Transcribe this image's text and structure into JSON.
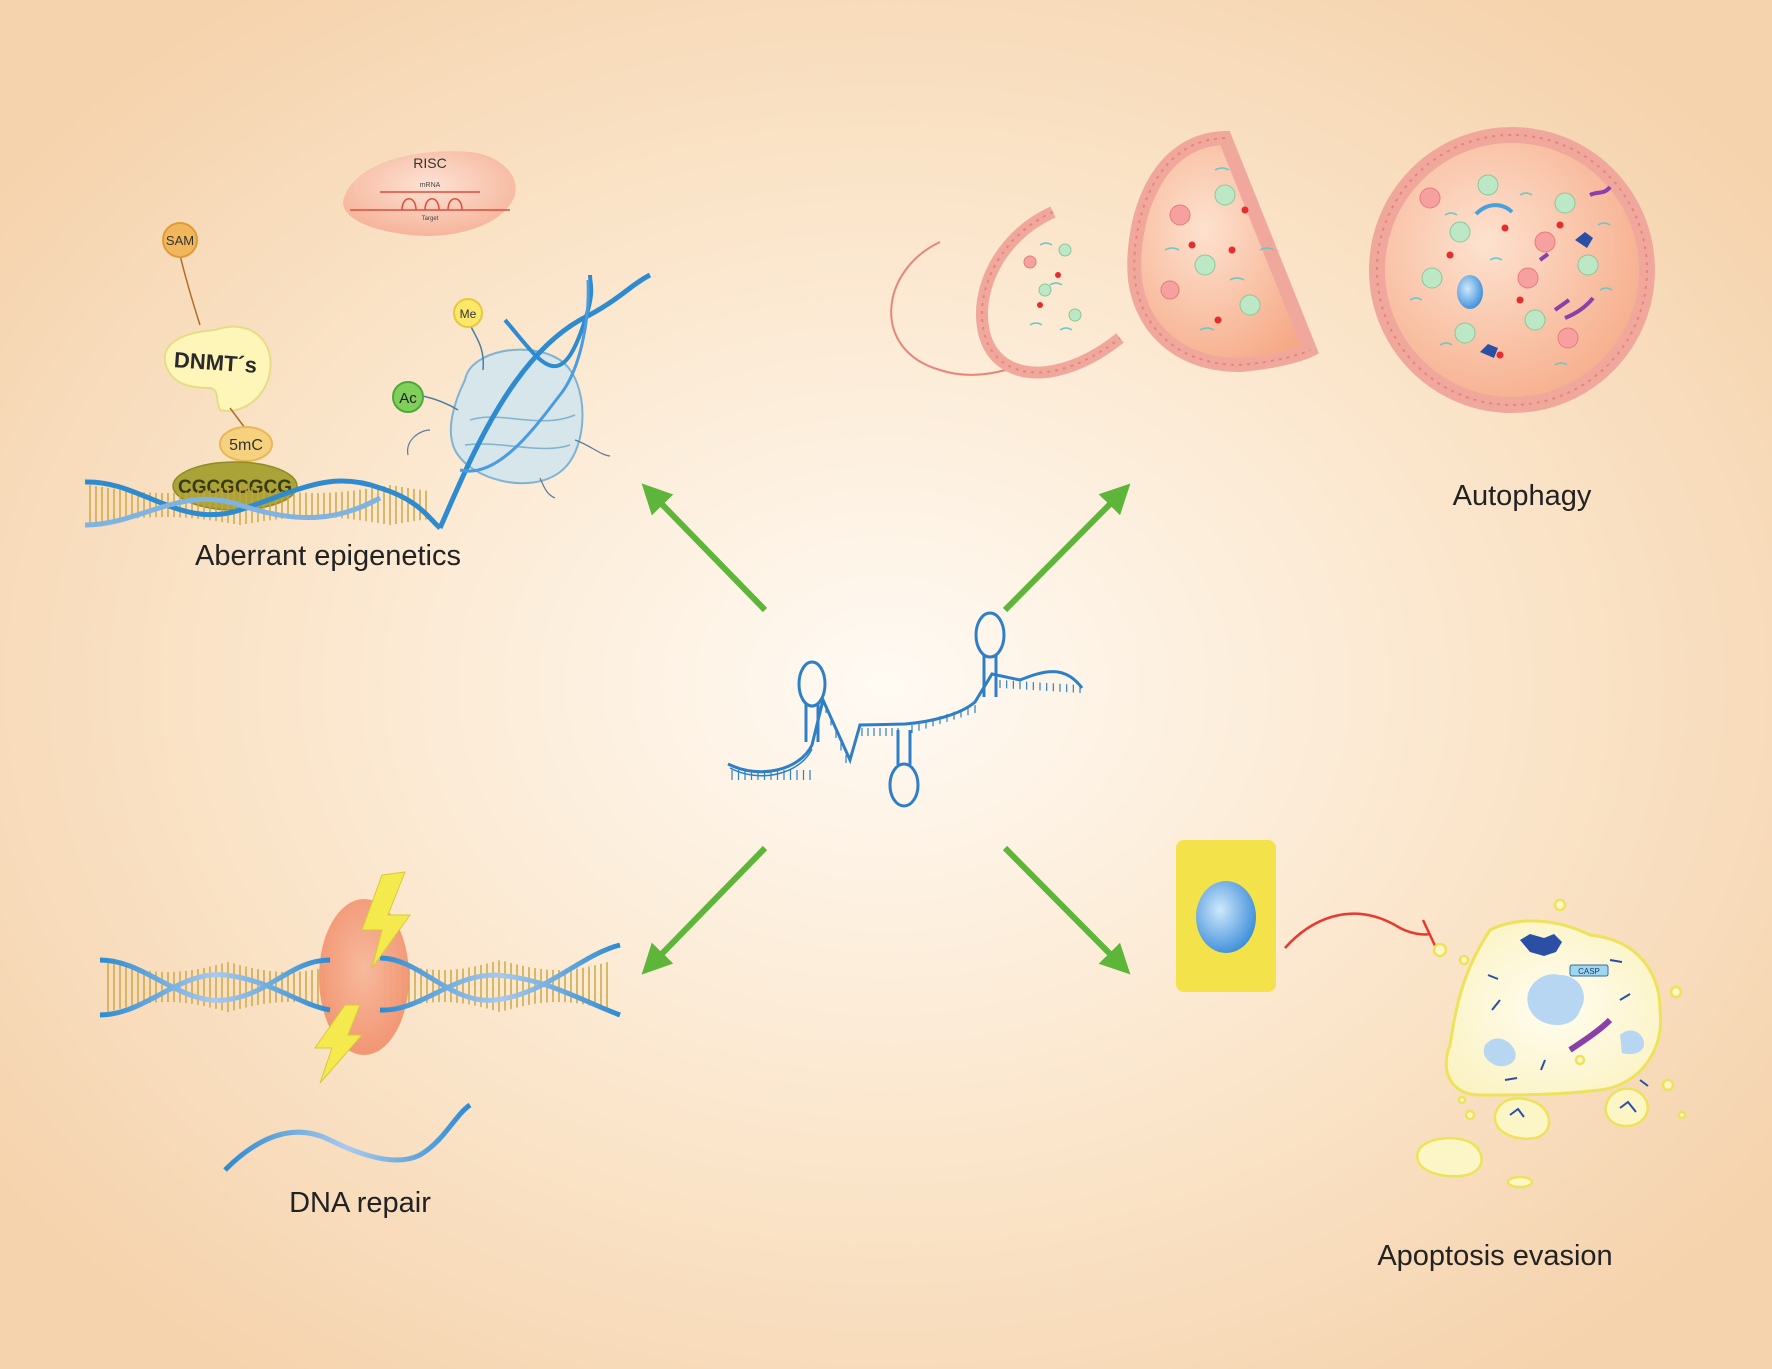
{
  "labels": {
    "epigenetics": "Aberrant epigenetics",
    "autophagy": "Autophagy",
    "dna_repair": "DNA repair",
    "apoptosis": "Apoptosis evasion"
  },
  "markers": {
    "risc": "RISC",
    "mrna": "mRNA",
    "target": "Target",
    "sam": "SAM",
    "dnmt": "DNMT´s",
    "fivemc": "5mC",
    "cpg": "CGCGCGCG",
    "me": "Me",
    "ac": "Ac",
    "casp": "CASP"
  },
  "colors": {
    "arrow": "#5db53a",
    "rna": "#2f7fc8",
    "dna": "#2e8bd0",
    "base_pair": "#c9a43a",
    "membrane": "#e8857a",
    "inhibit": "#e8382f",
    "background_center": "#fffaf3",
    "background_edge": "#f6d6b2"
  }
}
